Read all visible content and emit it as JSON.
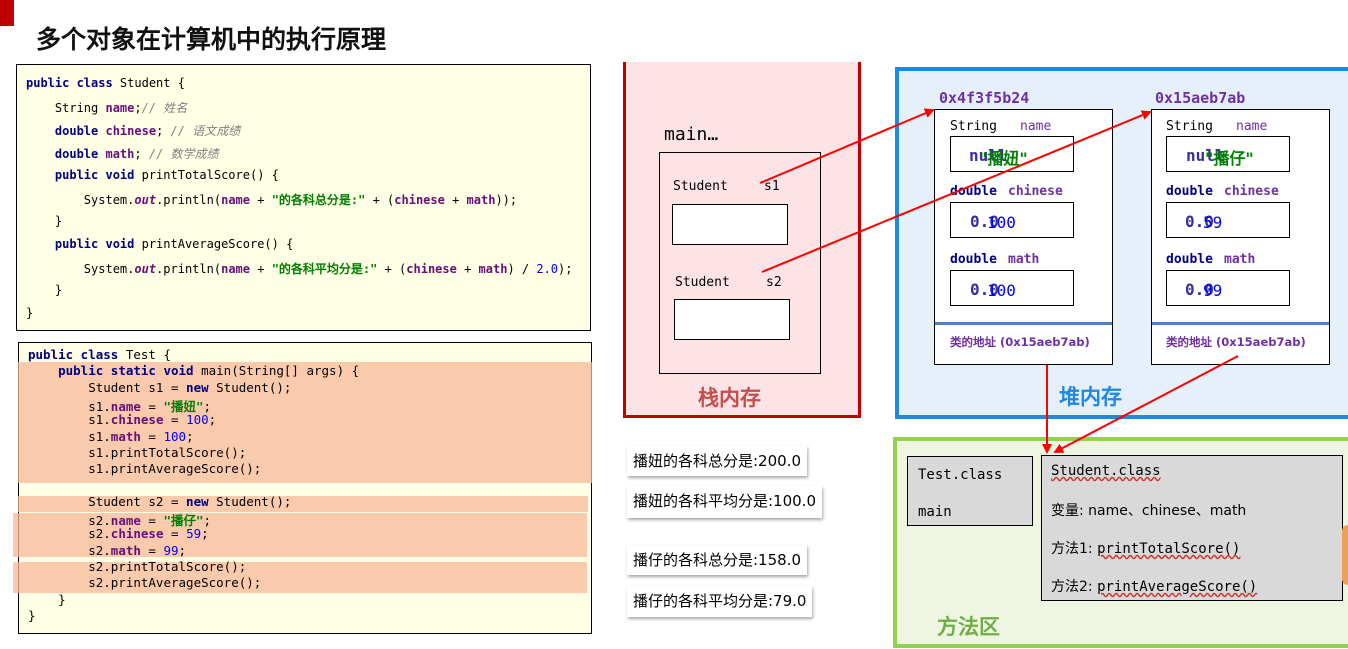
{
  "title": "多个对象在计算机中的执行原理",
  "code_student": [
    [
      [
        "kw",
        "public class "
      ],
      [
        "t",
        "Student {"
      ]
    ],
    [
      [
        "t",
        "    String "
      ],
      [
        "fld",
        "name"
      ],
      [
        "t",
        ";"
      ],
      [
        "cmt",
        "// 姓名"
      ]
    ],
    [
      [
        "t",
        "    "
      ],
      [
        "kw",
        "double "
      ],
      [
        "fld",
        "chinese"
      ],
      [
        "t",
        "; "
      ],
      [
        "cmt",
        "// 语文成绩"
      ]
    ],
    [
      [
        "t",
        "    "
      ],
      [
        "kw",
        "double "
      ],
      [
        "fld",
        "math"
      ],
      [
        "t",
        "; "
      ],
      [
        "cmt",
        "// 数学成绩"
      ]
    ],
    [
      [
        "t",
        "    "
      ],
      [
        "kw",
        "public void "
      ],
      [
        "t",
        "printTotalScore() {"
      ]
    ],
    [
      [
        "t",
        "        System."
      ],
      [
        "it",
        "out"
      ],
      [
        "t",
        ".println("
      ],
      [
        "fld",
        "name"
      ],
      [
        "t",
        " + "
      ],
      [
        "str",
        "\"的各科总分是:\""
      ],
      [
        "t",
        " + ("
      ],
      [
        "fld",
        "chinese"
      ],
      [
        "t",
        " + "
      ],
      [
        "fld",
        "math"
      ],
      [
        "t",
        "));"
      ]
    ],
    [
      [
        "t",
        "    }"
      ]
    ],
    [
      [
        "t",
        "    "
      ],
      [
        "kw",
        "public void "
      ],
      [
        "t",
        "printAverageScore() {"
      ]
    ],
    [
      [
        "t",
        "        System."
      ],
      [
        "it",
        "out"
      ],
      [
        "t",
        ".println("
      ],
      [
        "fld",
        "name"
      ],
      [
        "t",
        " + "
      ],
      [
        "str",
        "\"的各科平均分是:\""
      ],
      [
        "t",
        " + ("
      ],
      [
        "fld",
        "chinese"
      ],
      [
        "t",
        " + "
      ],
      [
        "fld",
        "math"
      ],
      [
        "t",
        ") / "
      ],
      [
        "num",
        "2.0"
      ],
      [
        "t",
        ");"
      ]
    ],
    [
      [
        "t",
        "    }"
      ]
    ],
    [
      [
        "t",
        "}"
      ]
    ]
  ],
  "code_test": [
    [
      [
        "kw",
        "public class "
      ],
      [
        "t",
        "Test {"
      ]
    ],
    [
      [
        "t",
        "    "
      ],
      [
        "kw",
        "public static void "
      ],
      [
        "t",
        "main(String[] args) {"
      ]
    ],
    [
      [
        "t",
        "        Student s1 = "
      ],
      [
        "kw",
        "new "
      ],
      [
        "t",
        "Student();"
      ]
    ],
    [
      [
        "t",
        "        s1."
      ],
      [
        "fld",
        "name"
      ],
      [
        "t",
        " = "
      ],
      [
        "str",
        "\"播妞\""
      ],
      [
        "t",
        ";"
      ]
    ],
    [
      [
        "t",
        "        s1."
      ],
      [
        "fld",
        "chinese"
      ],
      [
        "t",
        " = "
      ],
      [
        "num",
        "100"
      ],
      [
        "t",
        ";"
      ]
    ],
    [
      [
        "t",
        "        s1."
      ],
      [
        "fld",
        "math"
      ],
      [
        "t",
        " = "
      ],
      [
        "num",
        "100"
      ],
      [
        "t",
        ";"
      ]
    ],
    [
      [
        "t",
        "        s1.printTotalScore();"
      ]
    ],
    [
      [
        "t",
        "        s1.printAverageScore();"
      ]
    ],
    [
      [
        "t",
        ""
      ]
    ],
    [
      [
        "t",
        "        Student s2 = "
      ],
      [
        "kw",
        "new "
      ],
      [
        "t",
        "Student();"
      ]
    ],
    [
      [
        "t",
        "        s2."
      ],
      [
        "fld",
        "name"
      ],
      [
        "t",
        " = "
      ],
      [
        "str",
        "\"播仔\""
      ],
      [
        "t",
        ";"
      ]
    ],
    [
      [
        "t",
        "        s2."
      ],
      [
        "fld",
        "chinese"
      ],
      [
        "t",
        " = "
      ],
      [
        "num",
        "59"
      ],
      [
        "t",
        ";"
      ]
    ],
    [
      [
        "t",
        "        s2."
      ],
      [
        "fld",
        "math"
      ],
      [
        "t",
        " = "
      ],
      [
        "num",
        "99"
      ],
      [
        "t",
        ";"
      ]
    ],
    [
      [
        "t",
        "        s2.printTotalScore();"
      ]
    ],
    [
      [
        "t",
        "        s2.printAverageScore();"
      ]
    ],
    [
      [
        "t",
        "    }"
      ]
    ],
    [
      [
        "t",
        "}"
      ]
    ]
  ],
  "stack": {
    "frame": "main…",
    "var1_type": "Student",
    "var1_name": "s1",
    "var2_type": "Student",
    "var2_name": "s2",
    "label": "栈内存"
  },
  "heap": {
    "label": "堆内存",
    "obj1": {
      "address": "0x4f3f5b24",
      "name_type": "String",
      "name_field": "name",
      "name_old": "null",
      "name_new": "\"播妞\"",
      "chinese_type": "double",
      "chinese_field": "chinese",
      "chinese_old": "0.0",
      "chinese_new": "100",
      "math_type": "double",
      "math_field": "math",
      "math_old": "0.0",
      "math_new": "100",
      "class_addr": "类的地址 (0x15aeb7ab)"
    },
    "obj2": {
      "address": "0x15aeb7ab",
      "name_type": "String",
      "name_field": "name",
      "name_old": "null",
      "name_new": "\"播仔\"",
      "chinese_type": "double",
      "chinese_field": "chinese",
      "chinese_old": "0.0",
      "chinese_new": "59",
      "math_type": "double",
      "math_field": "math",
      "math_old": "0.0",
      "math_new": "99",
      "class_addr": "类的地址 (0x15aeb7ab)"
    }
  },
  "outputs": [
    "播妞的各科总分是:200.0",
    "播妞的各科平均分是:100.0",
    "播仔的各科总分是:158.0",
    "播仔的各科平均分是:79.0"
  ],
  "method_area": {
    "label": "方法区",
    "test_class": "Test.class",
    "test_main": "main",
    "student_class": "Student.class",
    "vars": "变量: name、chinese、math",
    "method1_prefix": "方法1: ",
    "method1": "printTotalScore()",
    "method2_prefix": "方法2: ",
    "method2": "printAverageScore()"
  },
  "colors": {
    "stack_border": "#c00000",
    "heap_border": "#1e88e5",
    "method_border": "#92d050",
    "arrow": "#ff0000",
    "highlight": "#f8b89a"
  }
}
